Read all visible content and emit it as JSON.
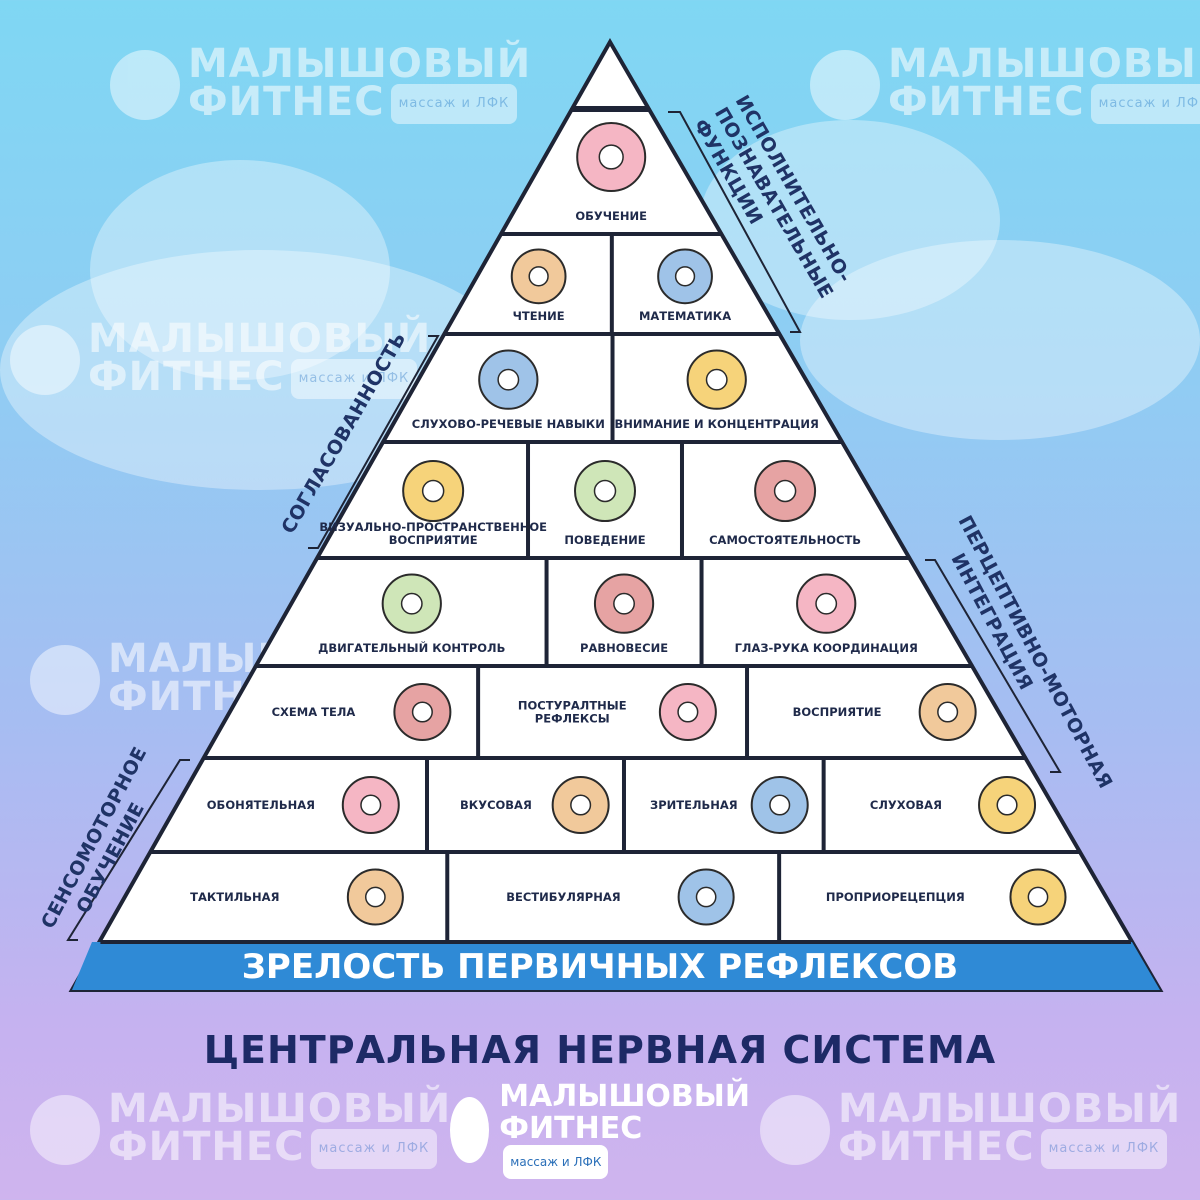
{
  "watermark": {
    "line1": "МАЛЫШОВЫЙ",
    "line2": "ФИТНЕС",
    "tag": "массаж и ЛФК"
  },
  "pyramid": {
    "base_label": "ЗРЕЛОСТЬ ПЕРВИЧНЫХ РЕФЛЕКСОВ",
    "rows": [
      [
        "ОБУЧЕНИЕ"
      ],
      [
        "ЧТЕНИЕ",
        "МАТЕМАТИКА"
      ],
      [
        "СЛУХОВО-РЕЧЕВЫЕ НАВЫКИ",
        "ВНИМАНИЕ И КОНЦЕНТРАЦИЯ"
      ],
      [
        "ВИЗУАЛЬНО-ПРОСТРАНСТВЕННОЕ ВОСПРИЯТИЕ",
        "ПОВЕДЕНИЕ",
        "САМОСТОЯТЕЛЬНОСТЬ"
      ],
      [
        "ДВИГАТЕЛЬНЫЙ КОНТРОЛЬ",
        "РАВНОВЕСИЕ",
        "ГЛАЗ-РУКА КООРДИНАЦИЯ"
      ],
      [
        "СХЕМА ТЕЛА",
        "ПОСТУРАЛТНЫЕ РЕФЛЕКСЫ",
        "ВОСПРИЯТИЕ"
      ],
      [
        "ОБОНЯТЕЛЬНАЯ",
        "ВКУСОВАЯ",
        "ЗРИТЕЛЬНАЯ",
        "СЛУХОВАЯ"
      ],
      [
        "ТАКТИЛЬНАЯ",
        "ВЕСТИБУЛЯРНАЯ",
        "ПРОПРИОРЕЦЕПЦИЯ"
      ]
    ],
    "icons": {
      "ОБУЧЕНИЕ": "brain-icon",
      "ЧТЕНИЕ": "books-baby-icon",
      "МАТЕМАТИКА": "math-board-icon",
      "СЛУХОВО-РЕЧЕВЫЕ НАВЫКИ": "ear-mouth-icon",
      "ВНИМАНИЕ И КОНЦЕНТРАЦИЯ": "warning-smile-icon",
      "ВИЗУАЛЬНО-ПРОСТРАНСТВЕННОЕ ВОСПРИЯТИЕ": "cube-icon",
      "ПОВЕДЕНИЕ": "head-gear-icon",
      "САМОСТОЯТЕЛЬНОСТЬ": "fist-icon",
      "ДВИГАТЕЛЬНЫЙ КОНТРОЛЬ": "eye-focus-icon",
      "РАВНОВЕСИЕ": "baby-balance-icon",
      "ГЛАЗ-РУКА КООРДИНАЦИЯ": "baby-hands-icon",
      "СХЕМА ТЕЛА": "figure-icon",
      "ПОСТУРАЛТНЫЕ РЕФЛЕКСЫ": "foot-icon",
      "ВОСПРИЯТИЕ": "arrows-icon",
      "ОБОНЯТЕЛЬНАЯ": "nose-icon",
      "ВКУСОВАЯ": "tongue-icon",
      "ЗРИТЕЛЬНАЯ": "eye-icon",
      "СЛУХОВАЯ": "ear-icon",
      "ТАКТИЛЬНАЯ": "hand-icon",
      "ВЕСТИБУЛЯРНАЯ": "spiral-icon",
      "ПРОПРИОРЕЦЕПЦИЯ": "hands-icon"
    }
  },
  "brackets": {
    "executive": [
      "ИСПОЛНИТЕЛЬНО-",
      "ПОЗНАВАТЕЛЬНЫЕ",
      "ФУНКЦИИ"
    ],
    "coordination": [
      "СОГЛАСОВАННОСТЬ"
    ],
    "perceptual": [
      "ПЕРЦЕПТИВНО-МОТОРНАЯ",
      "ИНТЕГРАЦИЯ"
    ],
    "sensorimotor": [
      "СЕНСОМОТОРНОЕ",
      "ОБУЧЕНИЕ"
    ]
  },
  "footer": {
    "title": "ЦЕНТРАЛЬНАЯ НЕРВНАЯ СИСТЕМА"
  },
  "logo": {
    "line1": "МАЛЫШОВЫЙ",
    "line2": "ФИТНЕС",
    "tag": "массаж и ЛФК"
  },
  "colors": {
    "base_band": "#2f8ad6",
    "outline": "#1e2436",
    "text": "#1f2a4a",
    "title": "#1d2a66"
  }
}
